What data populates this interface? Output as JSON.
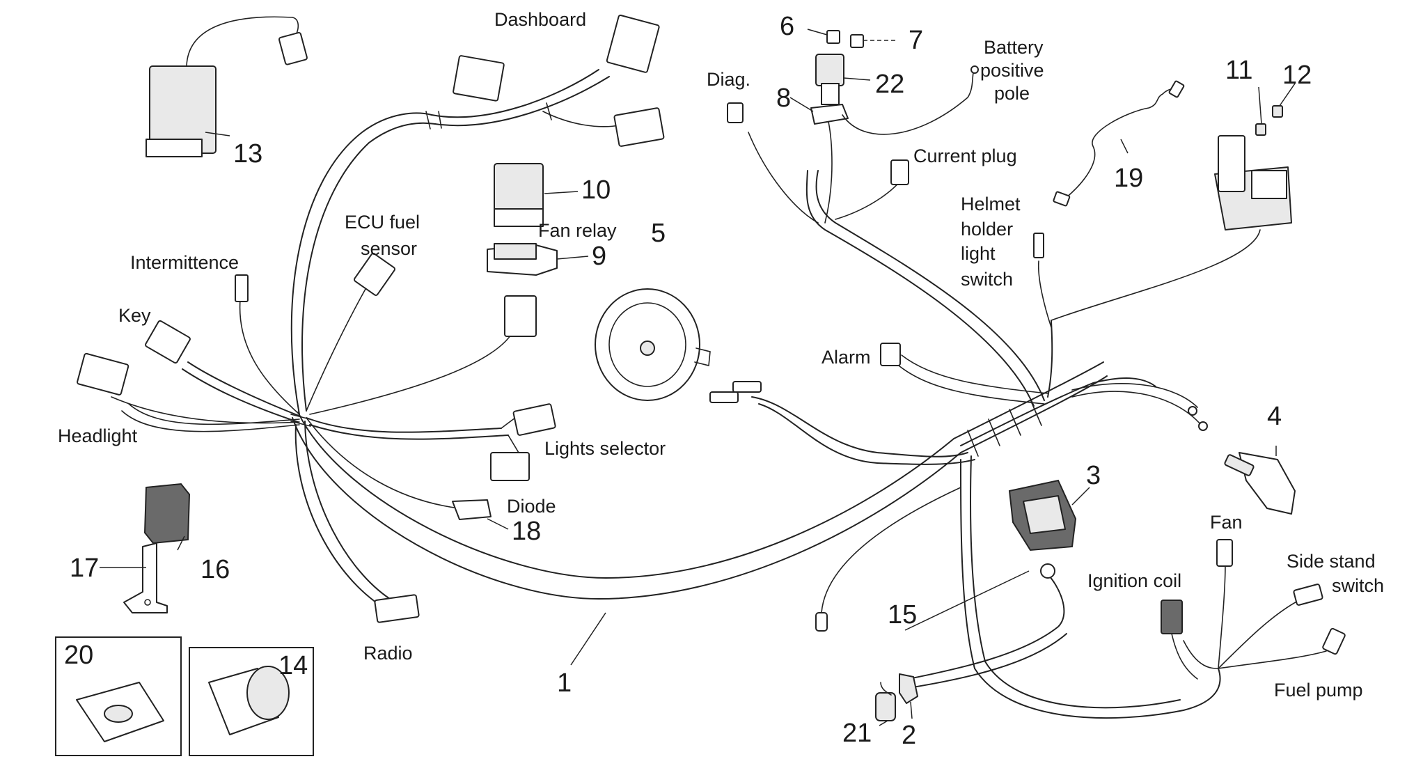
{
  "labels": {
    "dashboard": "Dashboard",
    "diag": "Diag.",
    "battery_1": "Battery",
    "battery_2": "positive",
    "battery_3": "pole",
    "current_plug": "Current plug",
    "helmet_1": "Helmet",
    "helmet_2": "holder",
    "helmet_3": "light",
    "helmet_4": "switch",
    "ecu_1": "ECU fuel",
    "ecu_2": "sensor",
    "fan_relay": "Fan relay",
    "intermittence": "Intermittence",
    "key": "Key",
    "headlight": "Headlight",
    "alarm": "Alarm",
    "lights_selector": "Lights selector",
    "diode": "Diode",
    "radio": "Radio",
    "ignition_coil": "Ignition coil",
    "fan": "Fan",
    "side_stand_1": "Side stand",
    "side_stand_2": "switch",
    "fuel_pump": "Fuel pump"
  },
  "callouts": {
    "n1": "1",
    "n2": "2",
    "n3": "3",
    "n4": "4",
    "n5": "5",
    "n6": "6",
    "n7": "7",
    "n8": "8",
    "n9": "9",
    "n10": "10",
    "n11": "11",
    "n12": "12",
    "n13": "13",
    "n14": "14",
    "n15": "15",
    "n16": "16",
    "n17": "17",
    "n18": "18",
    "n19": "19",
    "n20": "20",
    "n21": "21",
    "n22": "22"
  }
}
